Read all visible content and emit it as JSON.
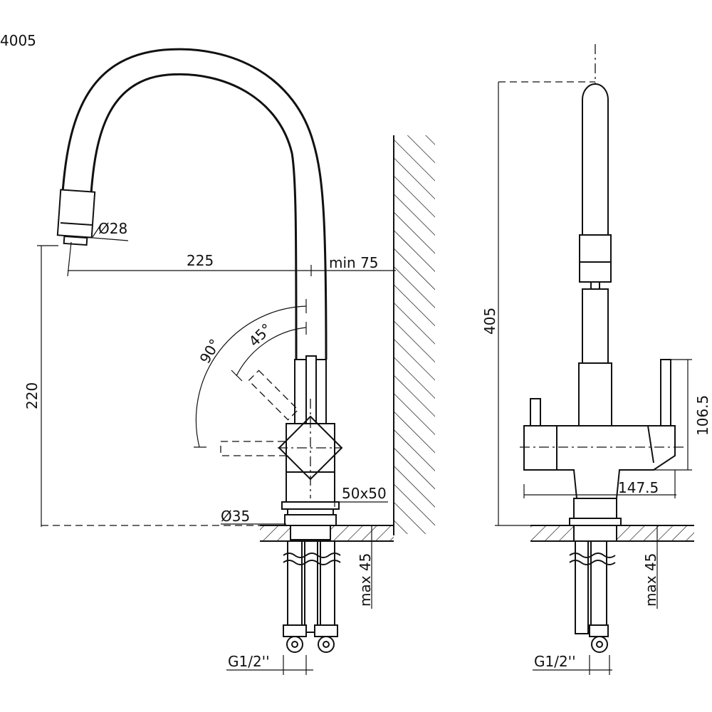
{
  "drawing": {
    "model": "4005",
    "side_view": {
      "spout_diameter": "Ø28",
      "reach": "225",
      "wall_distance": "min 75",
      "angle_small": "45°",
      "angle_large": "90°",
      "height": "220",
      "body_section": "50x50",
      "base_diameter": "Ø35",
      "mounting_depth": "max 45",
      "connection": "G1/2''"
    },
    "front_view": {
      "total_height": "405",
      "lever_height": "106.5",
      "width": "147.5",
      "mounting_depth": "max 45",
      "connection": "G1/2''"
    }
  }
}
